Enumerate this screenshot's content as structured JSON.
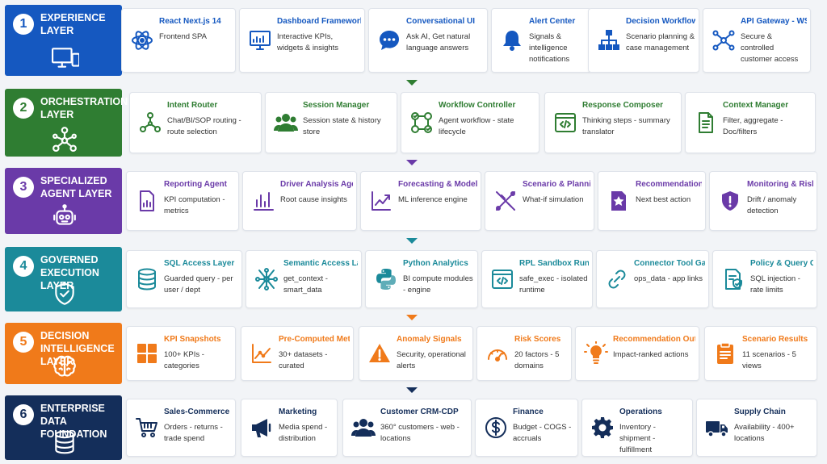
{
  "layers": [
    {
      "num": "1",
      "title": "EXPERIENCE LAYER",
      "color": "#1558c0",
      "icon": "monitor-tablet-icon",
      "cards": [
        {
          "title": "React Next.js 14",
          "desc": "Frontend SPA",
          "icon": "atom-icon"
        },
        {
          "title": "Dashboard Framework",
          "desc": "Interactive KPIs, widgets & insights",
          "icon": "dashboard-icon"
        },
        {
          "title": "Conversational UI",
          "desc": "Ask AI, Get natural language answers",
          "icon": "chat-icon"
        },
        {
          "title": "Alert Center",
          "desc": "Signals & intelligence notifications",
          "icon": "bell-icon"
        },
        {
          "title": "Decision Workflow UI",
          "desc": "Scenario planning & case management",
          "icon": "org-chart-icon"
        },
        {
          "title": "API Gateway - WSS",
          "desc": "Secure & controlled customer access",
          "icon": "network-icon"
        }
      ]
    },
    {
      "num": "2",
      "title": "ORCHESTRATION LAYER",
      "color": "#2f7d32",
      "icon": "graph-nodes-icon",
      "cards": [
        {
          "title": "Intent Router",
          "desc": "Chat/BI/SOP routing - route selection",
          "icon": "router-icon"
        },
        {
          "title": "Session Manager",
          "desc": "Session state & history store",
          "icon": "users-icon"
        },
        {
          "title": "Workflow Controller",
          "desc": "Agent workflow - state lifecycle",
          "icon": "workflow-icon"
        },
        {
          "title": "Response Composer",
          "desc": "Thinking steps - summary translator",
          "icon": "code-window-icon"
        },
        {
          "title": "Context Manager",
          "desc": "Filter, aggregate - Doc/filters",
          "icon": "document-icon"
        }
      ]
    },
    {
      "num": "3",
      "title": "SPECIALIZED AGENT LAYER",
      "color": "#6a3aa8",
      "icon": "robot-icon",
      "cards": [
        {
          "title": "Reporting Agent",
          "desc": "KPI computation - metrics",
          "icon": "report-icon"
        },
        {
          "title": "Driver Analysis Agent",
          "desc": "Root cause insights",
          "icon": "bar-chart-icon"
        },
        {
          "title": "Forecasting & Modeling",
          "desc": "ML inference engine",
          "icon": "trend-icon"
        },
        {
          "title": "Scenario & Planning",
          "desc": "What-if simulation",
          "icon": "scenario-icon"
        },
        {
          "title": "Recommendation Agent",
          "desc": "Next best action",
          "icon": "star-doc-icon"
        },
        {
          "title": "Monitoring & Risk",
          "desc": "Drift / anomaly detection",
          "icon": "shield-alert-icon"
        }
      ]
    },
    {
      "num": "4",
      "title": "GOVERNED EXECUTION LAYER",
      "color": "#1b8a9a",
      "icon": "shield-check-icon",
      "cards": [
        {
          "title": "SQL Access Layer",
          "desc": "Guarded query - per user / dept",
          "icon": "database-icon"
        },
        {
          "title": "Semantic Access Layer",
          "desc": "get_context - smart_data",
          "icon": "semantic-icon"
        },
        {
          "title": "Python Analytics",
          "desc": "BI compute modules - engine",
          "icon": "python-icon"
        },
        {
          "title": "RPL Sandbox Runtime",
          "desc": "safe_exec - isolated runtime",
          "icon": "code-window-icon"
        },
        {
          "title": "Connector Tool Gateway",
          "desc": "ops_data - app links",
          "icon": "link-icon"
        },
        {
          "title": "Policy & Query Guards",
          "desc": "SQL injection - rate limits",
          "icon": "policy-icon"
        }
      ]
    },
    {
      "num": "5",
      "title": "DECISION INTELLIGENCE LAYER",
      "color": "#f07a1a",
      "icon": "brain-icon",
      "cards": [
        {
          "title": "KPI Snapshots",
          "desc": "100+ KPIs - categories",
          "icon": "grid-icon"
        },
        {
          "title": "Pre-Computed Metrics",
          "desc": "30+ datasets - curated",
          "icon": "line-chart-icon"
        },
        {
          "title": "Anomaly Signals",
          "desc": "Security, operational alerts",
          "icon": "warning-icon"
        },
        {
          "title": "Risk Scores",
          "desc": "20 factors - 5 domains",
          "icon": "gauge-icon"
        },
        {
          "title": "Recommendation Outputs",
          "desc": "Impact-ranked actions",
          "icon": "lightbulb-icon"
        },
        {
          "title": "Scenario Results",
          "desc": "11 scenarios - 5 views",
          "icon": "clipboard-icon"
        }
      ]
    },
    {
      "num": "6",
      "title": "ENTERPRISE DATA FOUNDATION",
      "color": "#142e5a",
      "icon": "database-icon",
      "cards": [
        {
          "title": "Sales-Commerce",
          "desc": "Orders - returns - trade spend",
          "icon": "cart-icon"
        },
        {
          "title": "Marketing",
          "desc": "Media spend - distribution",
          "icon": "megaphone-icon"
        },
        {
          "title": "Customer CRM-CDP",
          "desc": "360° customers - web - locations",
          "icon": "users-icon"
        },
        {
          "title": "Finance",
          "desc": "Budget - COGS - accruals",
          "icon": "dollar-icon"
        },
        {
          "title": "Operations",
          "desc": "Inventory - shipment - fulfillment",
          "icon": "gear-icon"
        },
        {
          "title": "Supply Chain",
          "desc": "Availability - 400+ locations",
          "icon": "truck-icon"
        }
      ]
    }
  ]
}
